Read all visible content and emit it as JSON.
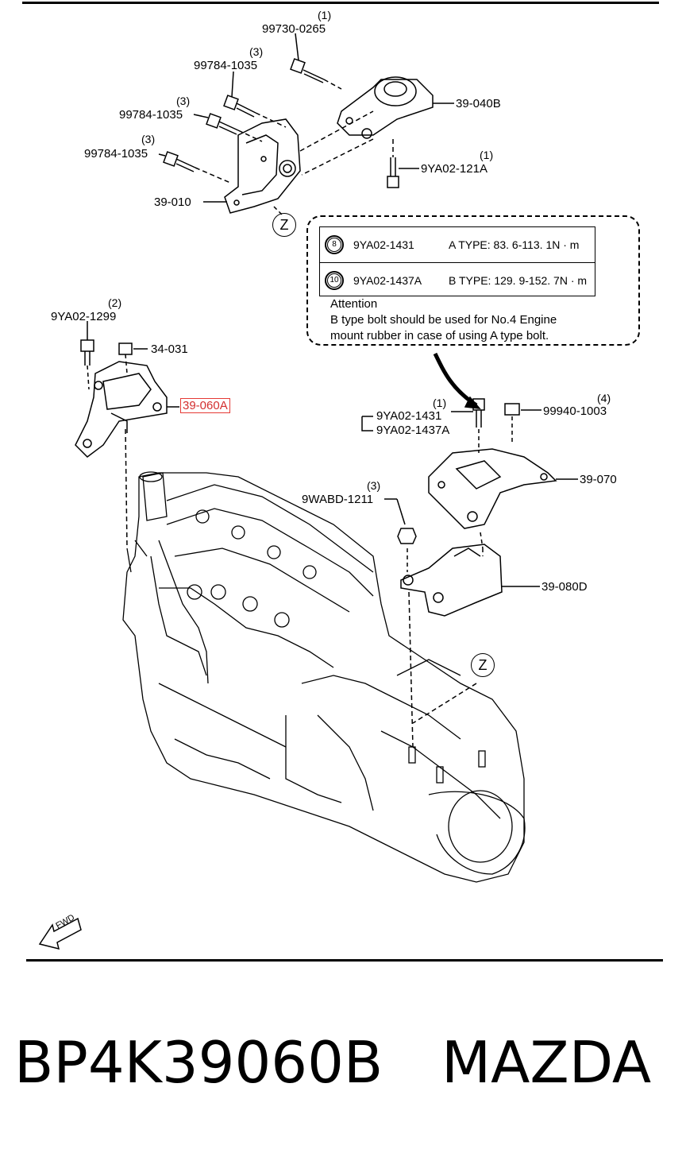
{
  "diagram": {
    "labels": {
      "bolt_99730_0265": "99730-0265",
      "bolt_99730_0265_qty": "(1)",
      "bolt_99784_1035_a": "99784-1035",
      "bolt_99784_1035_a_qty": "(3)",
      "bolt_99784_1035_b": "99784-1035",
      "bolt_99784_1035_b_qty": "(3)",
      "bolt_99784_1035_c": "99784-1035",
      "bolt_99784_1035_c_qty": "(3)",
      "mount_39_040b": "39-040B",
      "bolt_9ya02_121a": "9YA02-121A",
      "bolt_9ya02_121a_qty": "(1)",
      "bracket_39_010": "39-010",
      "bolt_9ya02_1299": "9YA02-1299",
      "bolt_9ya02_1299_qty": "(2)",
      "nut_34_031": "34-031",
      "mount_39_060a": "39-060A",
      "bolt_9ya02_1431": "9YA02-1431",
      "bolt_9ya02_1437a": "9YA02-1437A",
      "bolt_9ya02_1431_qty": "(1)",
      "nut_99940_1003": "99940-1003",
      "nut_99940_1003_qty": "(4)",
      "mount_39_070": "39-070",
      "nut_9wabd_1211": "9WABD-1211",
      "nut_9wabd_1211_qty": "(3)",
      "bracket_39_080d": "39-080D",
      "z_marker_top": "Z",
      "z_marker_bottom": "Z",
      "fwd": "FWD"
    },
    "torque_table": {
      "rows": [
        {
          "badge": "8",
          "part": "9YA02-1431",
          "spec": "A TYPE: 83. 6-113. 1N · m"
        },
        {
          "badge": "10",
          "part": "9YA02-1437A",
          "spec": "B TYPE: 129. 9-152. 7N · m"
        }
      ]
    },
    "attention": {
      "title": "Attention",
      "line1": "B type bolt should be used for No.4 Engine",
      "line2": "mount rubber in case of using A type bolt."
    }
  },
  "footer": {
    "part_number": "BP4K39060B",
    "brand": "MAZDA"
  }
}
